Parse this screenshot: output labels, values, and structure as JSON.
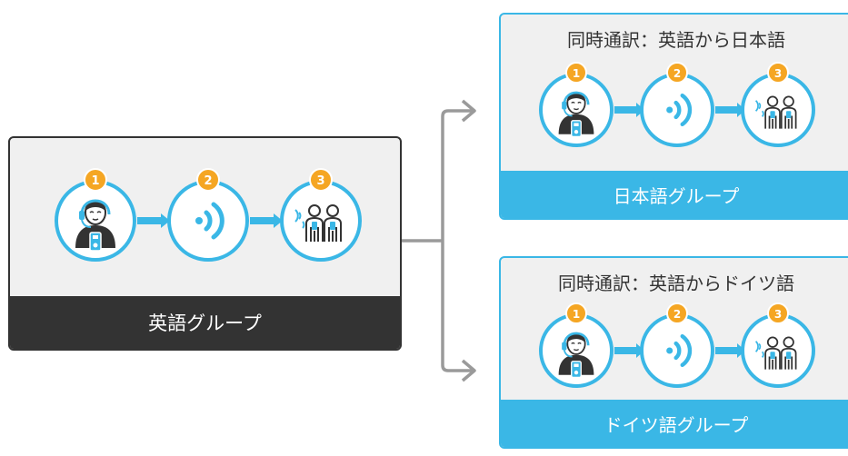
{
  "english_group": {
    "label": "英語グループ",
    "steps": [
      "1",
      "2",
      "3"
    ]
  },
  "japanese_group": {
    "title": "同時通訳：英語から日本語",
    "label": "日本語グループ",
    "steps": [
      "1",
      "2",
      "3"
    ]
  },
  "german_group": {
    "title": "同時通訳：英語からドイツ語",
    "label": "ドイツ語グループ",
    "steps": [
      "1",
      "2",
      "3"
    ]
  },
  "colors": {
    "accent": "#3ab7e6",
    "badge": "#f5a623",
    "dark": "#333333",
    "panel_bg": "#f0f0f0",
    "arrow": "#9a9a9a"
  },
  "icons": {
    "step1": "interpreter-headset-transmitter-icon",
    "step2": "wireless-signal-icon",
    "step3": "listeners-with-receivers-icon"
  }
}
